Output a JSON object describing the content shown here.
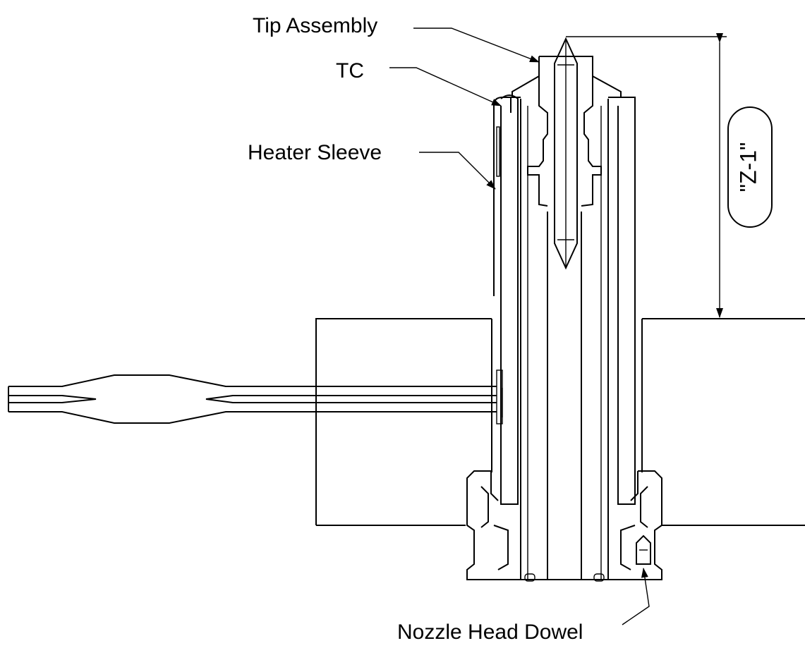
{
  "callouts": {
    "tip_assembly": "Tip Assembly",
    "tc": "TC",
    "heater_sleeve": "Heater Sleeve",
    "nozzle_head_dowel": "Nozzle Head Dowel"
  },
  "dimension": {
    "label": "\"Z-1\""
  },
  "colors": {
    "line": "#000000",
    "background": "#ffffff"
  }
}
